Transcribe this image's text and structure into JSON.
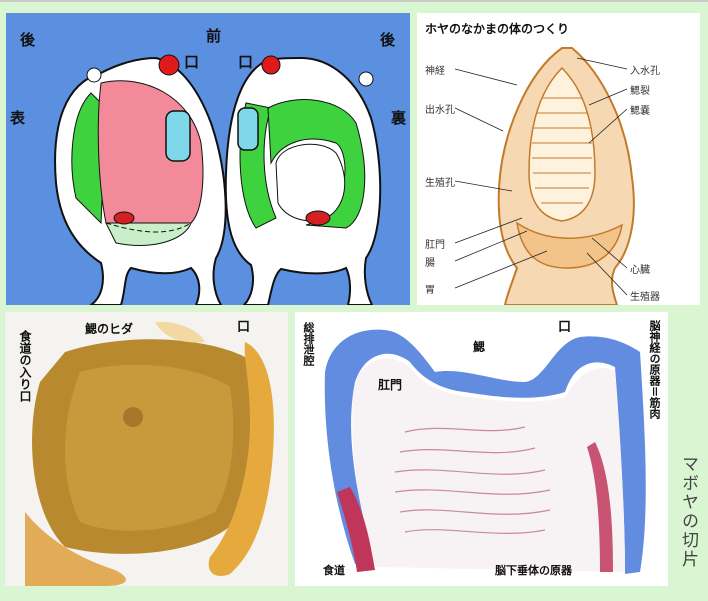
{
  "panel_top_left": {
    "back_left": "後",
    "front": "前",
    "back_right": "後",
    "mouth_left": "口",
    "mouth_right": "口",
    "surface_front": "表",
    "surface_back": "裏"
  },
  "panel_top_right": {
    "title": "ホヤのなかまの体のつくり",
    "labels_left": [
      "神経",
      "出水孔",
      "生殖孔",
      "肛門",
      "腸",
      "胃"
    ],
    "labels_right": [
      "入水孔",
      "鰓裂",
      "鰓嚢",
      "心臓",
      "生殖器"
    ]
  },
  "panel_bottom_left": {
    "esophagus_entrance": "食道の入り口",
    "gill_folds": "鰓のヒダ",
    "mouth": "口"
  },
  "panel_bottom_right": {
    "atrial_siphon": "総排泄腔",
    "anus": "肛門",
    "gill": "鰓",
    "mouth": "口",
    "brain_nerve": "脳神経の原器＝筋肉",
    "esophagus": "食道",
    "pituitary": "脳下垂体の原器"
  },
  "side_caption": "マボヤの切片"
}
